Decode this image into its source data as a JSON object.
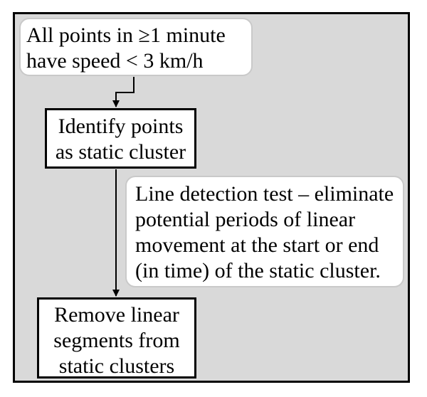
{
  "steps": {
    "start": {
      "line1": "All points in ≥1 minute",
      "line2": "have speed < 3 km/h"
    },
    "identify": {
      "line1": "Identify points",
      "line2": "as static cluster"
    },
    "note": {
      "line1": "Line detection test – eliminate",
      "line2": "potential periods of linear",
      "line3": "movement at the start or end",
      "line4": "(in time) of the static cluster."
    },
    "remove": {
      "line1": "Remove linear",
      "line2": "segments from",
      "line3": "static clusters"
    }
  }
}
